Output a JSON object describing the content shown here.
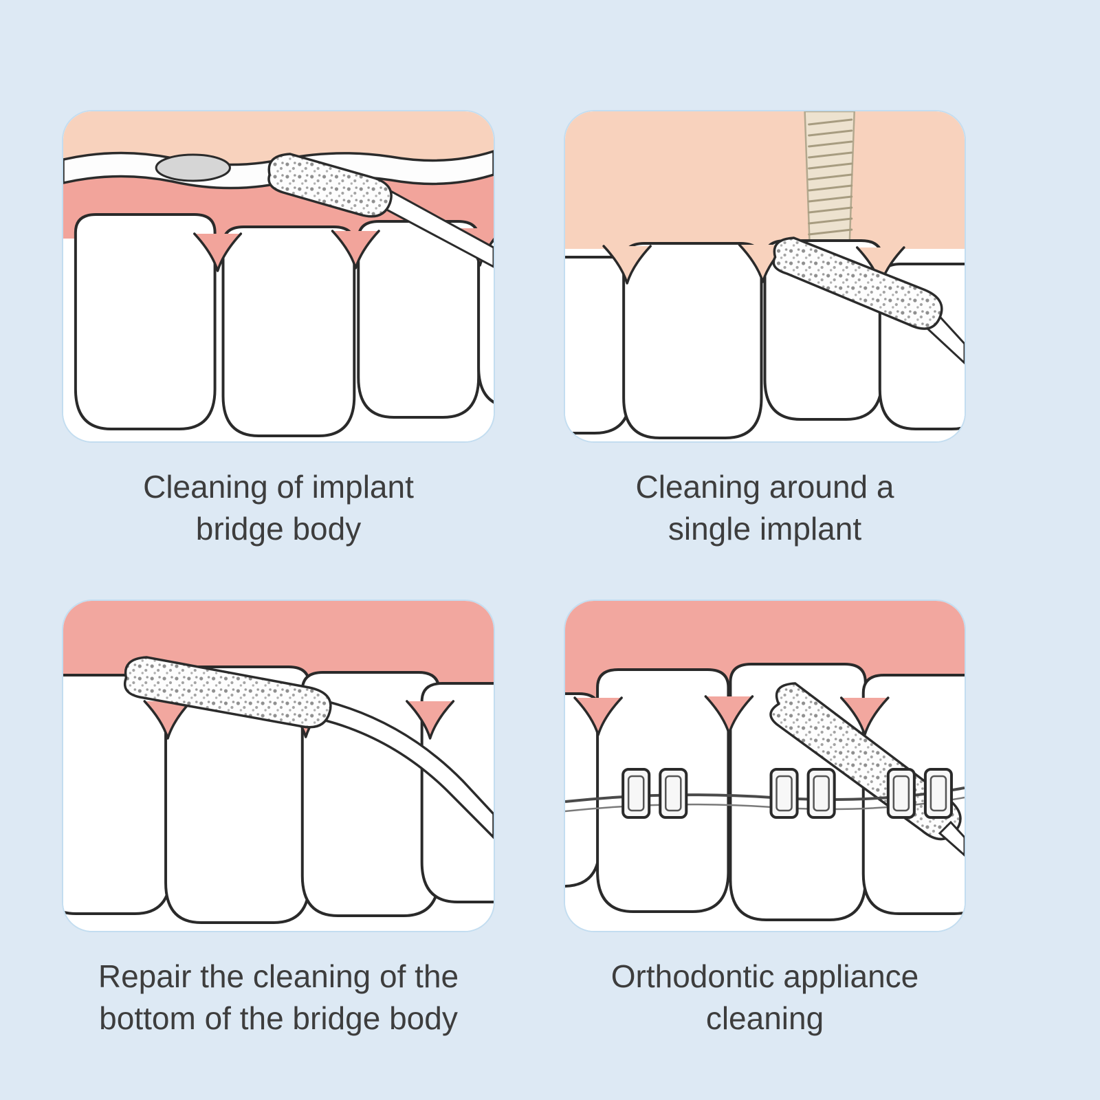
{
  "page": {
    "background_color": "#dde9f4"
  },
  "colors": {
    "panel_background": "#ffffff",
    "panel_border": "#c3ddf0",
    "gum_dark": "#f2a49b",
    "gum_light": "#f8d2bd",
    "tooth_fill": "#ffffff",
    "outline": "#2a2a2a",
    "caption_text": "#3d3d3d"
  },
  "panels": [
    {
      "id": "implant-bridge",
      "caption_line1": "Cleaning of implant",
      "caption_line2": "bridge body"
    },
    {
      "id": "single-implant",
      "caption_line1": "Cleaning around a",
      "caption_line2": "single implant"
    },
    {
      "id": "bridge-bottom",
      "caption_line1": "Repair the cleaning of the",
      "caption_line2": "bottom of the bridge body"
    },
    {
      "id": "orthodontic",
      "caption_line1": "Orthodontic appliance",
      "caption_line2": "cleaning"
    }
  ]
}
